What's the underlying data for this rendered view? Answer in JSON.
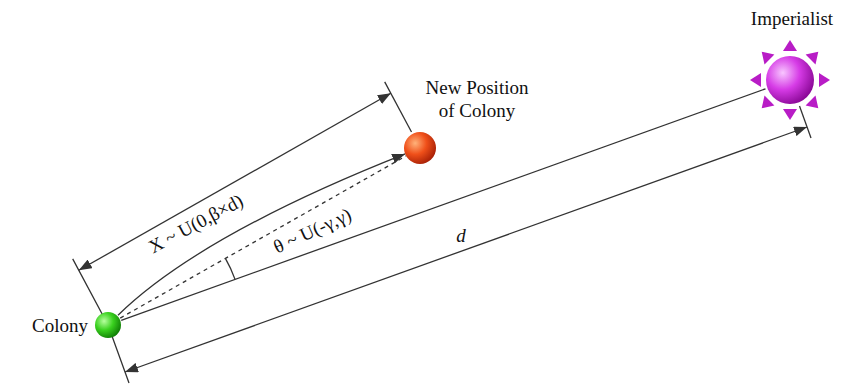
{
  "diagram": {
    "nodes": [
      {
        "text": [
          "Colony"
        ]
      },
      {
        "text": [
          "New Position of Colony"
        ]
      },
      {
        "text": [
          "Imperialist"
        ]
      }
    ],
    "edges": [
      {
        "from": 0,
        "to": 1,
        "arrow": "to"
      },
      {
        "from": 0,
        "to": 1,
        "arrow": "none"
      },
      {
        "from": 0,
        "to": 2,
        "arrow": "none"
      }
    ],
    "labels": [
      "X ~ U(0,β×d)",
      "θ ~ U(-γ,γ)",
      "d"
    ]
  }
}
